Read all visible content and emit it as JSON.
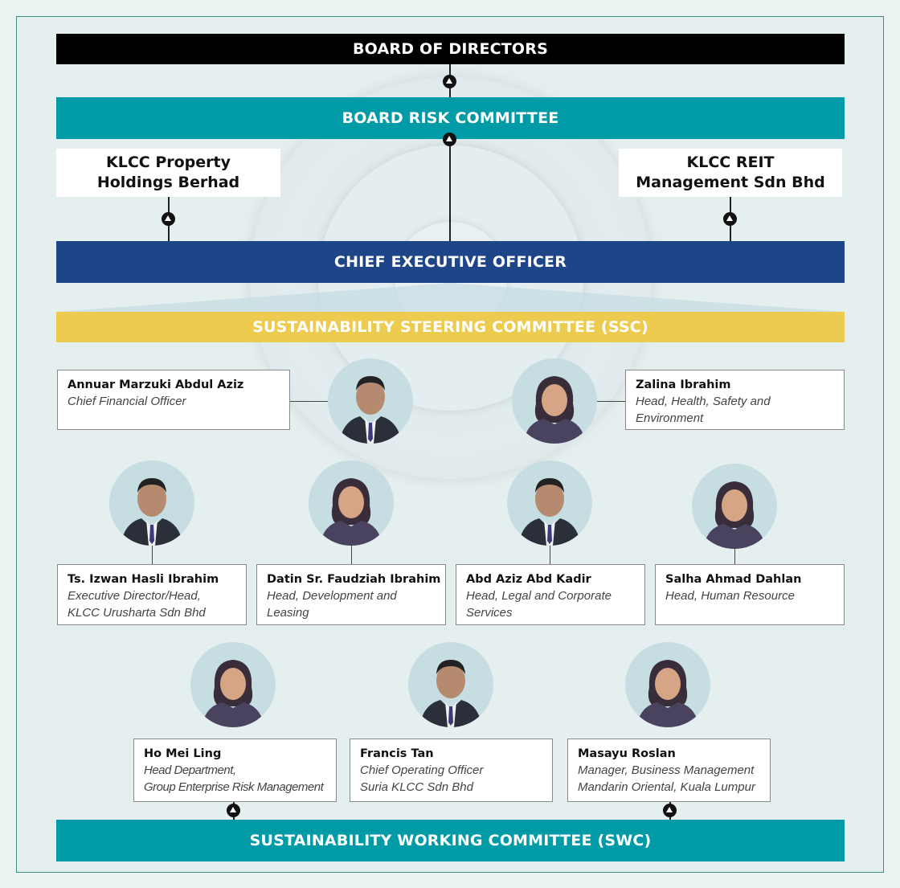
{
  "colors": {
    "board": "#000000",
    "risk_committee": "#009ba7",
    "ceo": "#1f4589",
    "ssc": "#eccb4f",
    "swc": "#009ba7",
    "photo_bg": "#c6dde2"
  },
  "board": {
    "label": "BOARD OF DIRECTORS"
  },
  "risk_committee": {
    "label": "BOARD RISK COMMITTEE"
  },
  "klccp": {
    "line1": "KLCC Property",
    "line2": "Holdings Berhad"
  },
  "klcc_reit": {
    "line1": "KLCC REIT",
    "line2": "Management Sdn Bhd"
  },
  "ceo": {
    "label": "CHIEF EXECUTIVE OFFICER"
  },
  "ssc": {
    "label": "SUSTAINABILITY STEERING COMMITTEE (SSC)"
  },
  "swc": {
    "label": "SUSTAINABILITY WORKING COMMITTEE (SWC)"
  },
  "members": [
    {
      "name": "Annuar Marzuki Abdul Aziz",
      "role1": "Chief Financial Officer",
      "role2": "",
      "photo": "male-portrait"
    },
    {
      "name": "Zalina Ibrahim",
      "role1": "Head, Health, Safety and",
      "role2": "Environment",
      "photo": "female-portrait"
    },
    {
      "name": "Ts. Izwan Hasli Ibrahim",
      "role1": "Executive Director/Head,",
      "role2": "KLCC Urusharta Sdn Bhd",
      "photo": "male-portrait"
    },
    {
      "name": "Datin Sr. Faudziah Ibrahim",
      "role1": "Head, Development and",
      "role2": "Leasing",
      "photo": "female-portrait"
    },
    {
      "name": "Abd Aziz Abd Kadir",
      "role1": "Head, Legal and Corporate",
      "role2": "Services",
      "photo": "male-portrait"
    },
    {
      "name": "Salha Ahmad Dahlan",
      "role1": "Head, Human Resource",
      "role2": "",
      "photo": "female-portrait"
    },
    {
      "name": "Ho Mei Ling",
      "role1": "Head Department,",
      "role2": "Group Enterprise Risk Management",
      "photo": "female-portrait"
    },
    {
      "name": "Francis Tan",
      "role1": "Chief Operating Officer",
      "role2": "Suria KLCC Sdn Bhd",
      "photo": "male-portrait"
    },
    {
      "name": "Masayu Roslan",
      "role1": "Manager, Business Management",
      "role2": "Mandarin Oriental, Kuala Lumpur",
      "photo": "female-portrait"
    }
  ]
}
